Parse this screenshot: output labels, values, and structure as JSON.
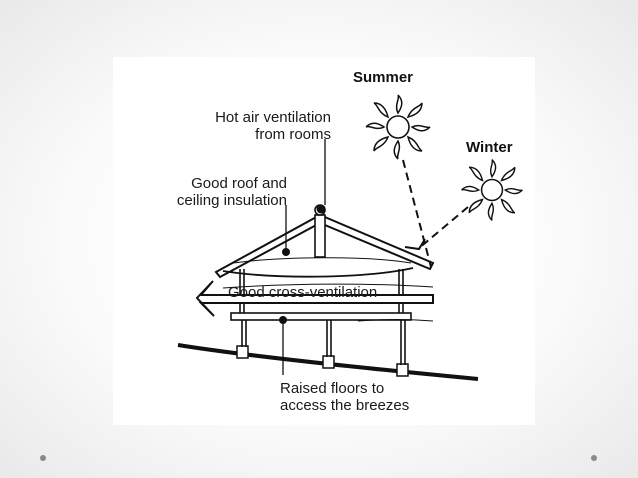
{
  "diagram": {
    "seasons": {
      "summer": "Summer",
      "winter": "Winter"
    },
    "labels": {
      "hot_air_line1": "Hot air ventilation",
      "hot_air_line2": "from rooms",
      "roof_line1": "Good roof and",
      "roof_line2": "ceiling insulation",
      "cross_ventilation": "Good cross-ventilation",
      "floors_line1": "Raised floors to",
      "floors_line2": "access the breezes"
    },
    "icons": [
      "sun-icon",
      "sun-icon"
    ],
    "colors": {
      "ink": "#111111",
      "panel": "#ffffff",
      "background": "#f6f6f6"
    }
  }
}
